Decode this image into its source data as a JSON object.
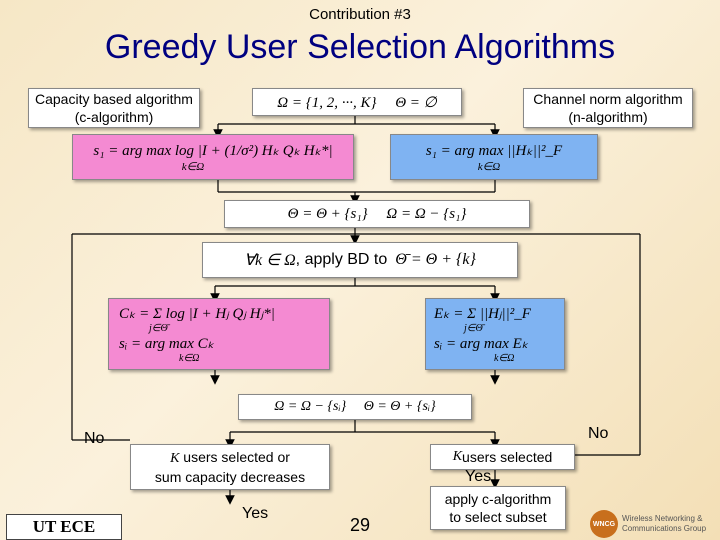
{
  "header": {
    "supertitle": "Contribution #3",
    "title": "Greedy User Selection Algorithms"
  },
  "labels": {
    "capacity_algo": "Capacity based algorithm\n(c-algorithm)",
    "norm_algo": "Channel norm algorithm\n(n-algorithm)"
  },
  "formulas": {
    "init": "Ω = {1, 2, ···, K}     Θ = ∅",
    "c_select": "s₁ = arg max log |I + (1/σ²) Hₖ Qₖ Hₖ*|",
    "c_select_sub": "k∈Ω",
    "n_select": "s₁ = arg max ||Hₖ||²_F",
    "n_select_sub": "k∈Ω",
    "update1": "Θ = Θ + {s₁}     Ω = Ω − {s₁}",
    "loop_prefix": "∀k ∈ Ω",
    "loop_text": ", apply BD to",
    "loop_suffix": "Θ̄ = Θ + {k}",
    "c_loop_1": "Cₖ = Σ log |I + Hⱼ Qⱼ Hⱼ*|",
    "c_loop_sub": "j∈Θ̄",
    "c_loop_2": "sᵢ = arg max Cₖ",
    "c_loop_2_sub": "k∈Ω",
    "n_loop_1": "Eₖ = Σ ||Hⱼ||²_F",
    "n_loop_sub": "j∈Θ̄",
    "n_loop_2": "sᵢ = arg max Eₖ",
    "n_loop_2_sub": "k∈Ω",
    "update2": "Ω = Ω − {sᵢ}     Θ = Θ + {sᵢ}"
  },
  "decisions": {
    "left_k": "K",
    "left_text": " users selected or\nsum capacity decreases",
    "right_k": "K",
    "right_text": " users selected",
    "no_left": "No",
    "no_right": "No",
    "yes_right": "Yes",
    "yes_left": "Yes",
    "final": "apply c-algorithm\nto select subset"
  },
  "footer": {
    "page_number": "29",
    "logo_left": "UT ECE",
    "logo_right_line1": "Wireless Networking &",
    "logo_right_line2": "Communications Group",
    "logo_right_badge": "WNCG"
  },
  "colors": {
    "pink": "#f48ad2",
    "blue": "#7fb3f2",
    "background": "#f6e7c6",
    "title": "#000080"
  }
}
